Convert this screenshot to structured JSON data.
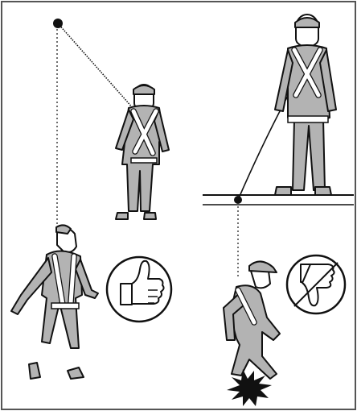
{
  "figure": {
    "kind": "fall-arrest-anchorage-illustration",
    "palette": {
      "outline": "#111111",
      "clothing": "#b3b3b3",
      "harness": "#ffffff",
      "background": "#ffffff",
      "frame": "#555555"
    },
    "panels": [
      {
        "id": "overhead-anchor",
        "verdict": "approve",
        "verdict_icon": "thumbs-up-icon",
        "elements": [
          "anchor-point-icon",
          "lifeline",
          "worker-standing",
          "worker-suspended"
        ]
      },
      {
        "id": "low-anchor",
        "verdict": "disapprove",
        "verdict_icon": "thumbs-down-icon",
        "elements": [
          "platform-edge",
          "anchor-point-icon",
          "lifeline",
          "worker-standing-back",
          "worker-falling",
          "impact-burst-icon"
        ]
      }
    ]
  }
}
